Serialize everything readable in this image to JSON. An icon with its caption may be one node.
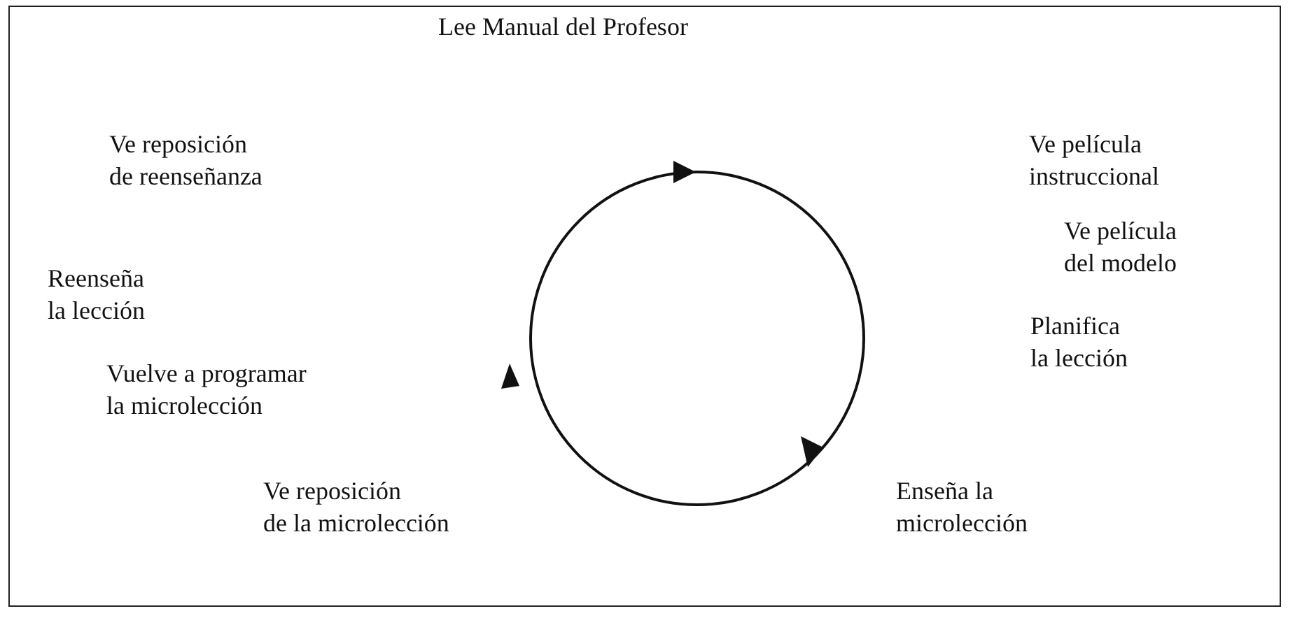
{
  "diagram": {
    "labels": [
      "Lee Manual del Profesor",
      "Ve película instruccional",
      "Ve película del modelo",
      "Planifica la lección",
      "Enseña la microlección",
      "Ve reposición de la microlección",
      "Vuelve a programar la microlección",
      "Reenseña la lección",
      "Ve reposición de reenseñanza"
    ]
  }
}
